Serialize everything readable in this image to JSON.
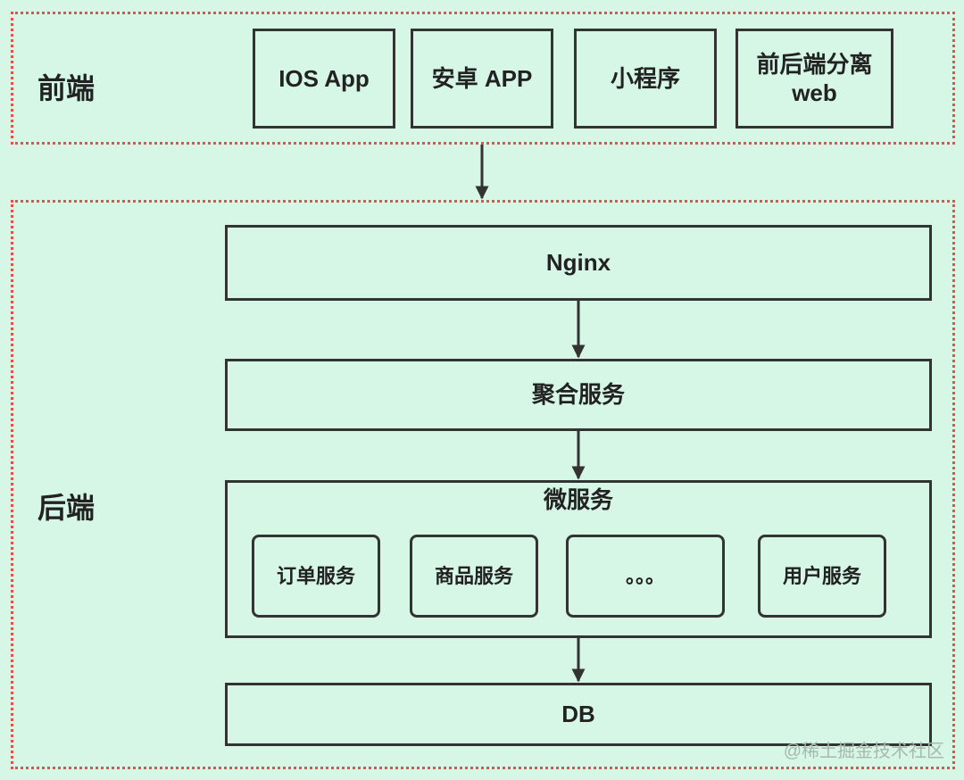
{
  "frontend": {
    "label": "前端",
    "clients": [
      {
        "label": "IOS App"
      },
      {
        "label": "安卓 APP"
      },
      {
        "label": "小程序"
      },
      {
        "label": "前后端分离 web"
      }
    ]
  },
  "backend": {
    "label": "后端",
    "nginx": "Nginx",
    "aggregation": "聚合服务",
    "microservices": {
      "title": "微服务",
      "items": [
        {
          "label": "订单服务"
        },
        {
          "label": "商品服务"
        },
        {
          "label": "。。。"
        },
        {
          "label": "用户服务"
        }
      ]
    },
    "db": "DB"
  },
  "watermark": "@稀土掘金技术社区",
  "colors": {
    "background": "#d6f7e6",
    "zone_border": "#e0524a",
    "box_border": "#333333"
  }
}
